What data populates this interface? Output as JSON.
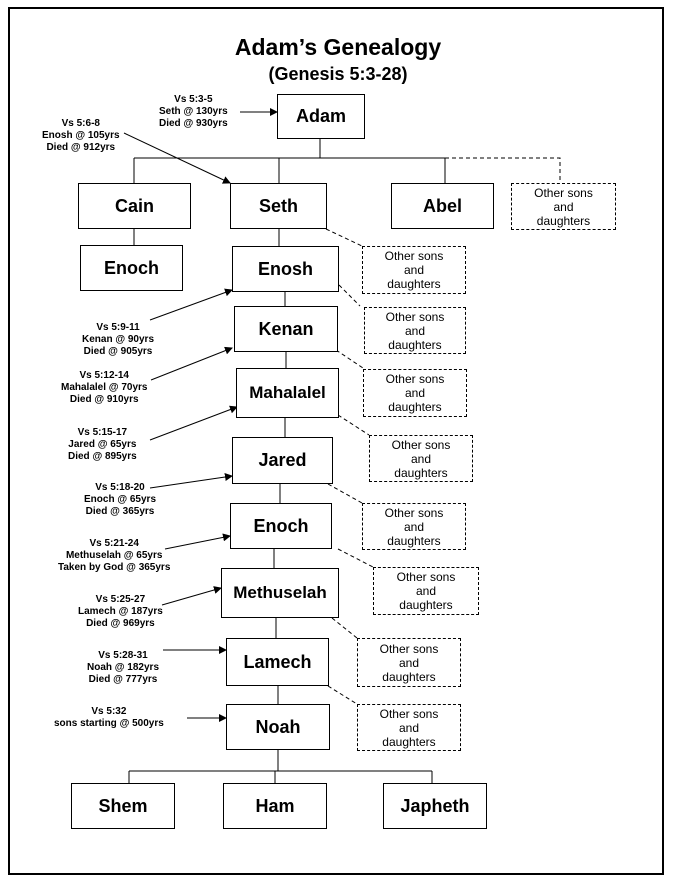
{
  "title": "Adam’s Genealogy",
  "subtitle": "(Genesis 5:3-28)",
  "people": {
    "adam": "Adam",
    "cain": "Cain",
    "seth": "Seth",
    "abel": "Abel",
    "enoch_cain": "Enoch",
    "enosh": "Enosh",
    "kenan": "Kenan",
    "mahalalel": "Mahalalel",
    "jared": "Jared",
    "enoch": "Enoch",
    "methuselah": "Methuselah",
    "lamech": "Lamech",
    "noah": "Noah",
    "shem": "Shem",
    "ham": "Ham",
    "japheth": "Japheth"
  },
  "other": {
    "line1": "Other sons",
    "line2": "and",
    "line3": "daughters"
  },
  "notes": {
    "adam": [
      "Vs 5:3-5",
      "Seth @ 130yrs",
      "Died @ 930yrs"
    ],
    "seth": [
      "Vs 5:6-8",
      "Enosh @ 105yrs",
      "Died @ 912yrs"
    ],
    "enosh": [
      "Vs 5:9-11",
      "Kenan @ 90yrs",
      "Died @ 905yrs"
    ],
    "kenan": [
      "Vs 5:12-14",
      "Mahalalel @ 70yrs",
      "Died @ 910yrs"
    ],
    "mahalalel": [
      "Vs 5:15-17",
      "Jared @ 65yrs",
      "Died @ 895yrs"
    ],
    "jared": [
      "Vs 5:18-20",
      "Enoch @ 65yrs",
      "Died @ 365yrs"
    ],
    "enoch": [
      "Vs 5:21-24",
      "Methuselah @ 65yrs",
      "Taken by God @ 365yrs"
    ],
    "methuselah": [
      "Vs 5:25-27",
      "Lamech @ 187yrs",
      "Died @ 969yrs"
    ],
    "lamech": [
      "Vs 5:28-31",
      "Noah @ 182yrs",
      "Died @ 777yrs"
    ],
    "noah": [
      "Vs 5:32",
      "sons starting @ 500yrs"
    ]
  }
}
